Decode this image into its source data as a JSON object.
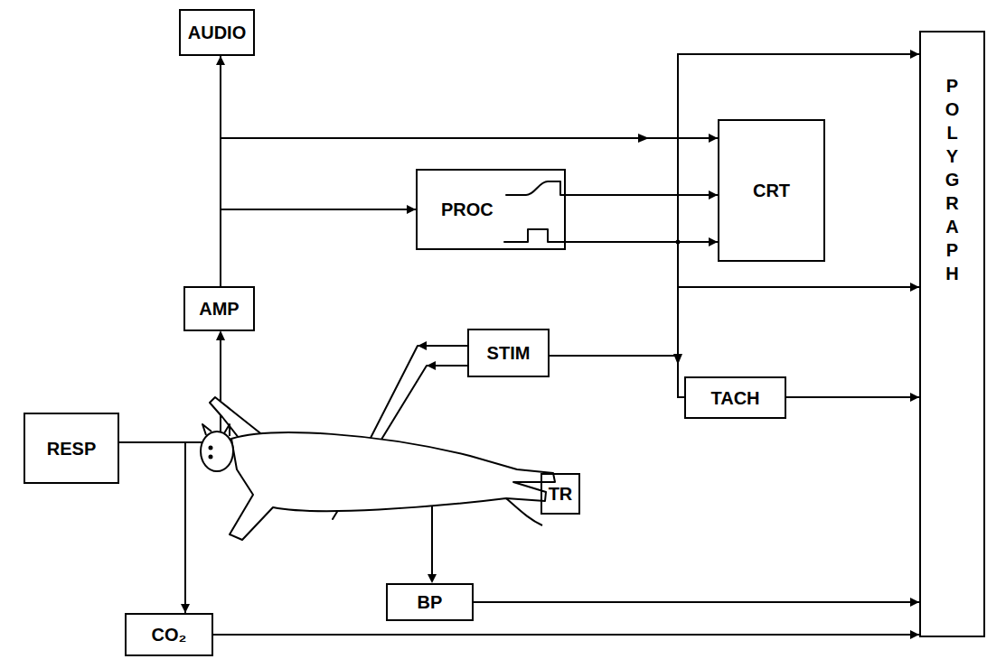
{
  "diagram": {
    "nodes": [
      {
        "text": [
          "AUDIO"
        ]
      },
      {
        "text": [
          "PROC"
        ]
      },
      {
        "text": [
          "CRT"
        ]
      },
      {
        "text": [
          "AMP"
        ]
      },
      {
        "text": [
          "STIM"
        ]
      },
      {
        "text": [
          "TACH"
        ]
      },
      {
        "text": [
          "POLYGRAPH"
        ]
      },
      {
        "text": [
          "RESP"
        ]
      },
      {
        "text": [
          "TR"
        ]
      },
      {
        "text": [
          "BP"
        ]
      },
      {
        "text": [
          "CO₂"
        ]
      }
    ],
    "edges": [
      {
        "from": 3,
        "to": 0,
        "arrow": "to"
      },
      {
        "from": 3,
        "to": 2,
        "arrow": "to"
      },
      {
        "from": 3,
        "to": 1,
        "arrow": "to"
      },
      {
        "from": 1,
        "to": 2,
        "arrow": "to"
      },
      {
        "from": 1,
        "to": 2,
        "arrow": "to"
      },
      {
        "from": 1,
        "to": 6,
        "arrow": "to"
      },
      {
        "from": 1,
        "to": 6,
        "arrow": "to"
      },
      {
        "from": 1,
        "to": 5,
        "arrow": "none"
      },
      {
        "from": 1,
        "to": 4,
        "arrow": "none"
      },
      {
        "from": 5,
        "to": 6,
        "arrow": "to"
      },
      {
        "from": 7,
        "to": 10,
        "arrow": "to"
      },
      {
        "from": 9,
        "to": 6,
        "arrow": "to"
      },
      {
        "from": 10,
        "to": 6,
        "arrow": "to"
      }
    ]
  }
}
